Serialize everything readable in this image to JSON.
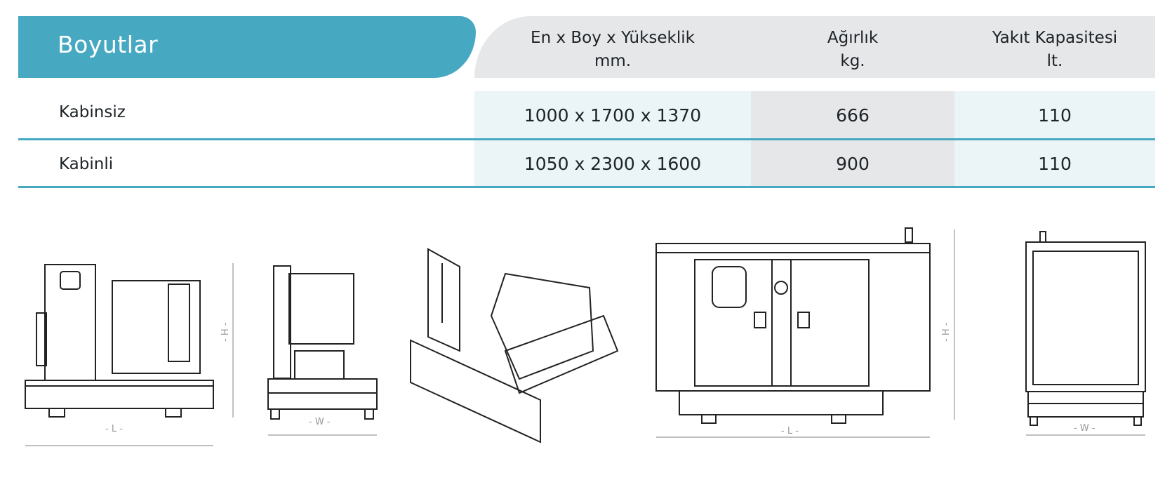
{
  "header": {
    "title": "Boyutlar",
    "columns": [
      {
        "label": "En x Boy x Yükseklik",
        "unit": "mm."
      },
      {
        "label": "Ağırlık",
        "unit": "kg."
      },
      {
        "label": "Yakıt Kapasitesi",
        "unit": "lt."
      }
    ]
  },
  "rows": [
    {
      "label": "Kabinsiz",
      "dimensions": "1000 x 1700 x 1370",
      "weight": "666",
      "fuel": "110"
    },
    {
      "label": "Kabinli",
      "dimensions": "1050 x 2300 x 1600",
      "weight": "900",
      "fuel": "110"
    }
  ],
  "drawings": {
    "length_label": "- L -",
    "width_label": "- W -",
    "height_label": "- H -"
  },
  "colors": {
    "accent": "#47a8c2",
    "header_gray": "#e6e7e9",
    "cell_light": "#ebf4f7"
  }
}
